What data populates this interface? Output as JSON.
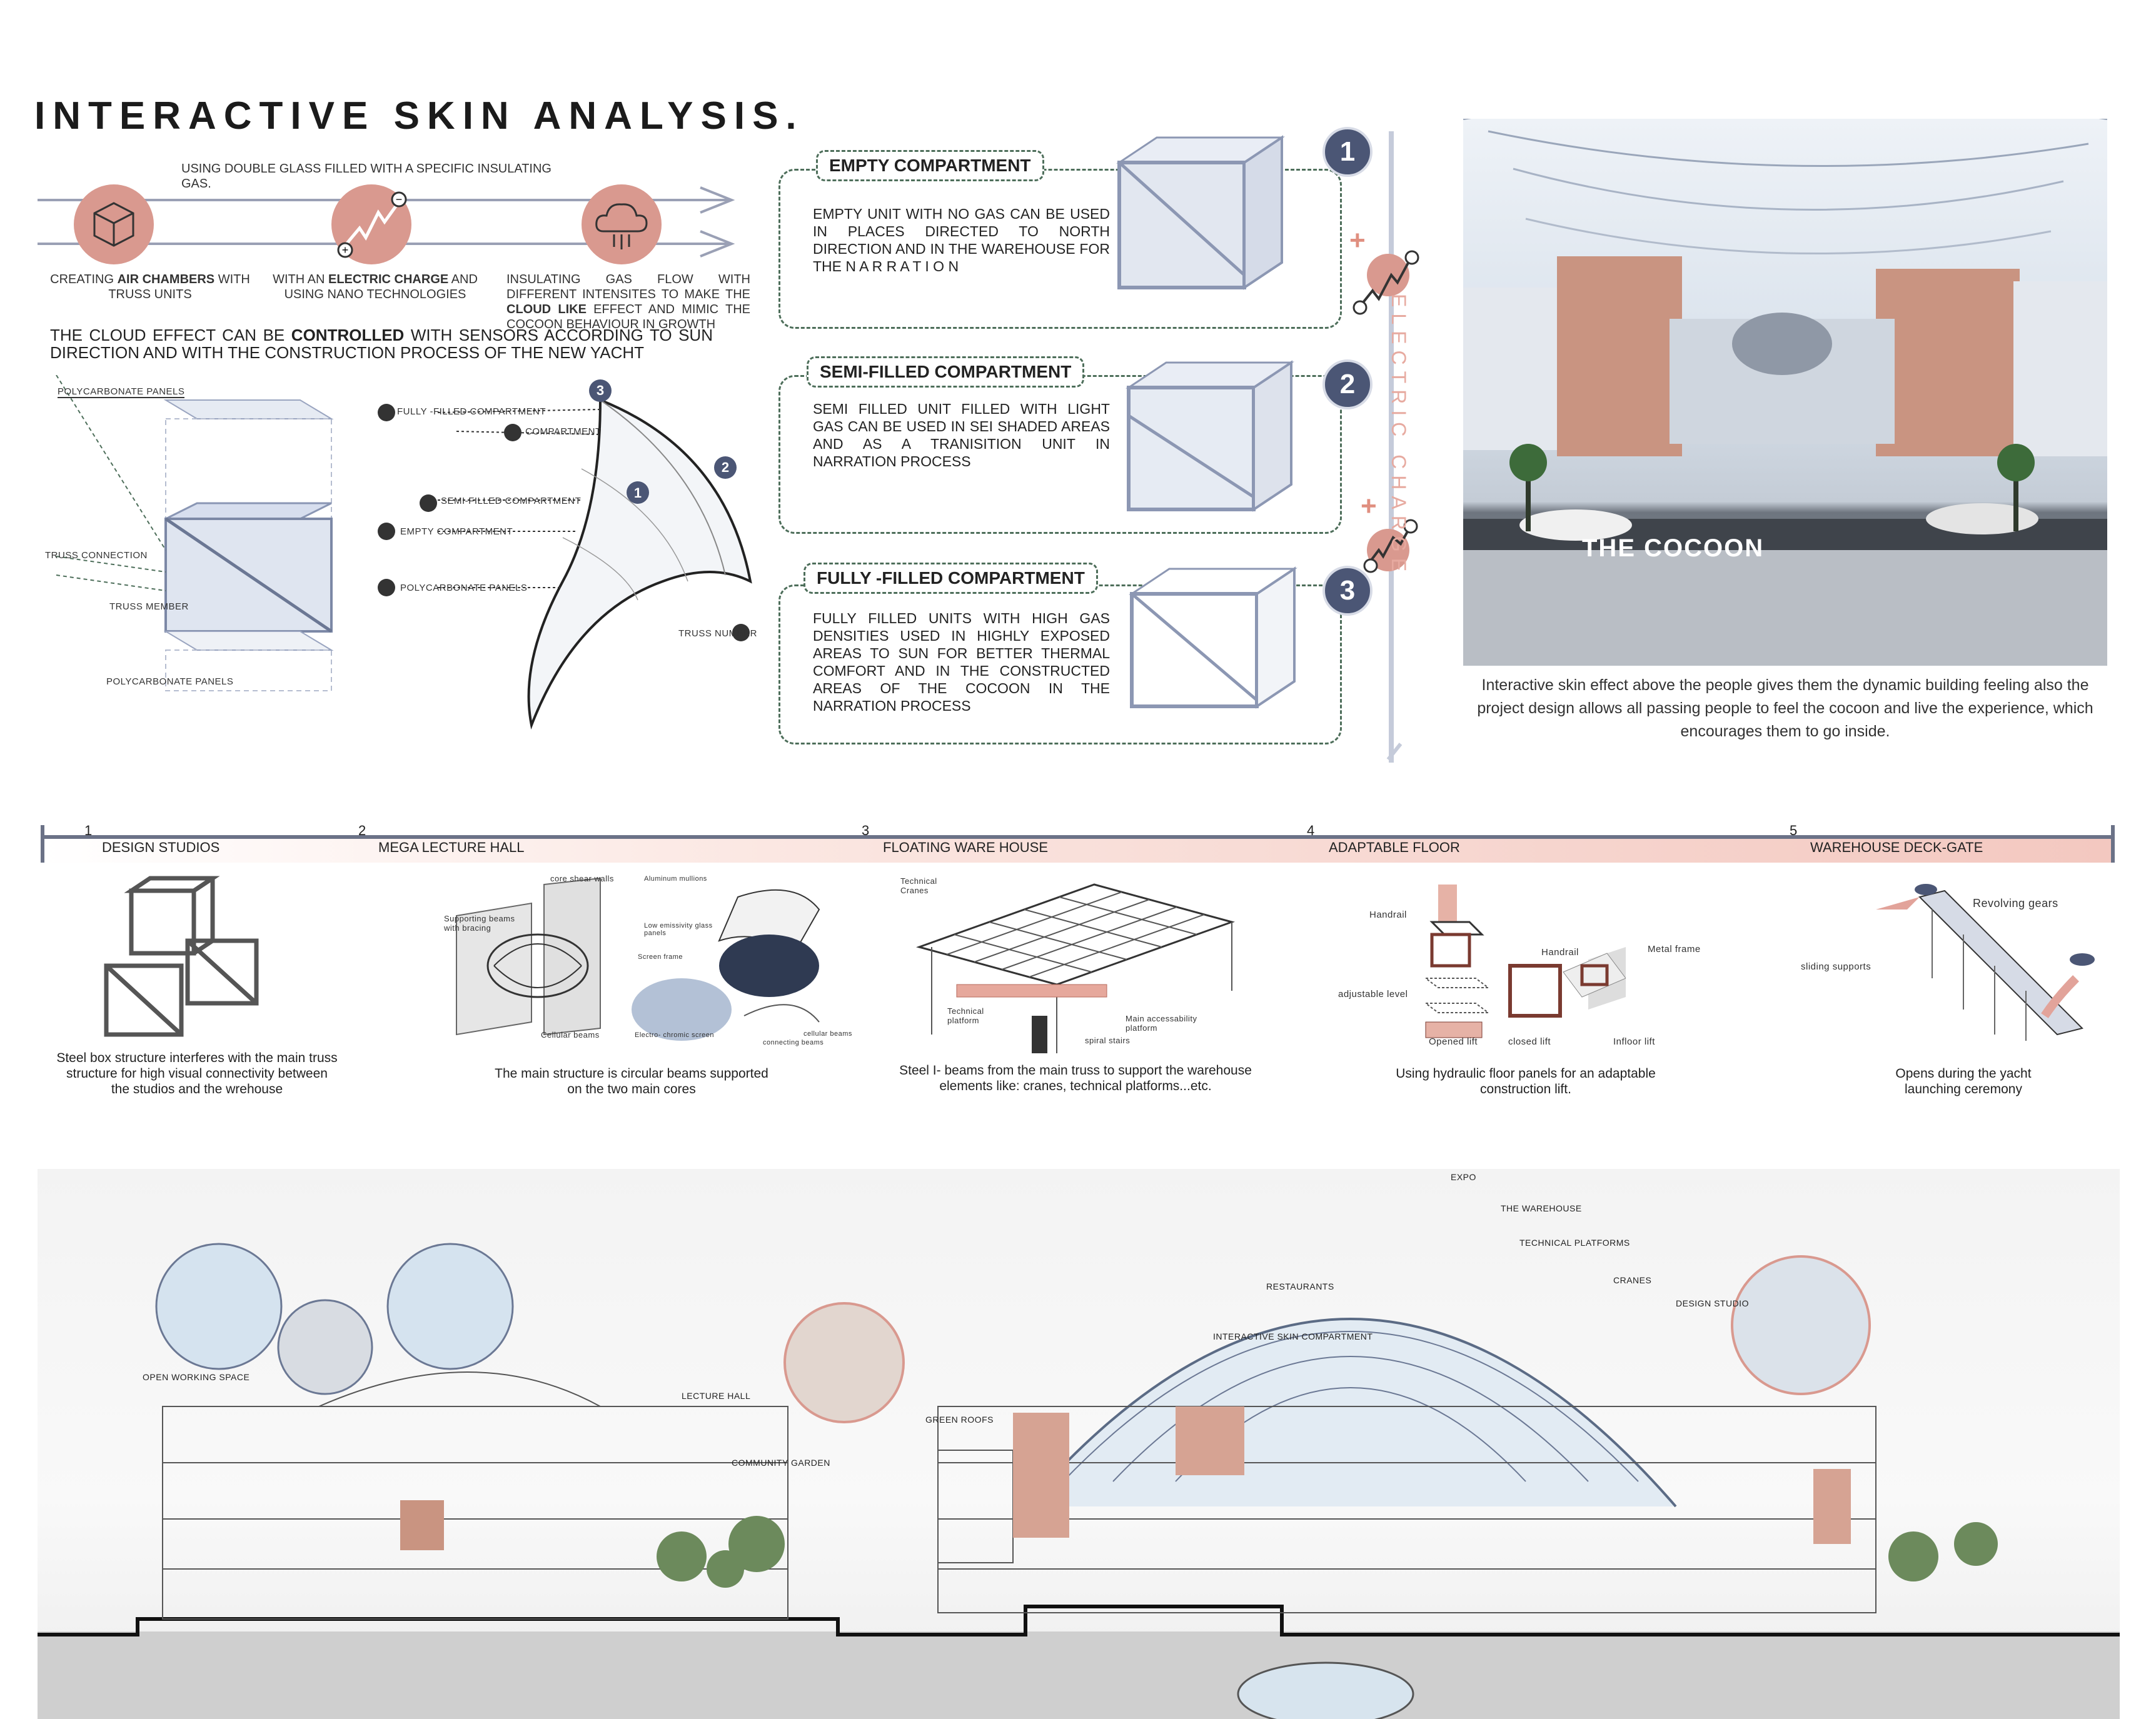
{
  "header": {
    "title": "INTERACTIVE SKIN ANALYSIS.",
    "subtitle": "USING DOUBLE GLASS FILLED WITH A SPECIFIC INSULATING GAS."
  },
  "features": [
    {
      "text_pre": "CREATING ",
      "bold": "AIR CHAMBERS",
      "text_post": " WITH TRUSS UNITS",
      "icon": "cube-icon"
    },
    {
      "text_pre": "WITH AN ",
      "bold": "ELECTRIC CHARGE",
      "text_post": " AND USING NANO TECHNOLOGIES",
      "icon": "electric-charge-icon"
    },
    {
      "text_pre": "INSULATING GAS FLOW WITH DIFFERENT INTENSITES TO MAKE THE ",
      "bold": "CLOUD LIKE",
      "text_post": " EFFECT AND MIMIC THE COCOON BEHAVIOUR IN GROWTH",
      "icon": "cloud-icon"
    }
  ],
  "cloud_effect": {
    "pre": "THE CLOUD EFFECT CAN BE ",
    "bold": "CONTROLLED",
    "post": " WITH SENSORS ACCORDING TO SUN DIRECTION AND WITH THE CONSTRUCTION PROCESS OF THE NEW YACHT"
  },
  "unit_labels": {
    "top_panels": "POLYCARBONATE PANELS",
    "truss_connection": "TRUSS CONNECTION",
    "truss_member": "TRUSS MEMBER",
    "bottom_panels": "POLYCARBONATE PANELS"
  },
  "shell_labels": {
    "fully": "FULLY -FILLED COMPARTMENT",
    "compartment": "COMPARTMENT",
    "semi": "SEMI-FILLED COMPARTMENT",
    "empty": "EMPTY COMPARTMENT",
    "panels": "POLYCARBONATE PANELS",
    "truss_number": "TRUSS NUMBER",
    "n1": "1",
    "n2": "2",
    "n3": "3"
  },
  "compartments": [
    {
      "num": "1",
      "title": "EMPTY COMPARTMENT",
      "text": "EMPTY UNIT WITH NO GAS CAN BE USED IN PLACES DIRECTED TO NORTH DIRECTION AND IN THE WAREHOUSE FOR THE N A R R A T I O N"
    },
    {
      "num": "2",
      "title": "SEMI-FILLED COMPARTMENT",
      "text": "SEMI FILLED UNIT FILLED WITH LIGHT GAS CAN BE USED IN SEI SHADED AREAS AND AS A TRANISITION UNIT IN NARRATION PROCESS"
    },
    {
      "num": "3",
      "title": "FULLY -FILLED COMPARTMENT",
      "text": "FULLY FILLED UNITS WITH HIGH GAS DENSITIES USED IN HIGHLY EXPOSED AREAS TO SUN FOR BETTER THERMAL COMFORT AND IN THE CONSTRUCTED AREAS OF THE COCOON IN THE NARRATION PROCESS"
    }
  ],
  "electric_charge": "ELECTRIC CHARGE",
  "plus": "+",
  "render": {
    "sign": "THE COCOON",
    "caption": "Interactive skin effect above the people gives them the dynamic building feeling also the project design allows all passing people to feel the cocoon and live the experience, which encourages them to go inside."
  },
  "timeline": [
    {
      "num": "1",
      "label": "DESIGN STUDIOS",
      "caption": "Steel box structure interferes with the main truss structure for high visual connectivity between the studios and the wrehouse"
    },
    {
      "num": "2",
      "label": "MEGA LECTURE HALL",
      "caption": "The main structure is circular beams supported on the two main cores"
    },
    {
      "num": "3",
      "label": "FLOATING WARE HOUSE",
      "caption": "Steel I- beams from the main truss to support the warehouse elements like: cranes, technical platforms...etc."
    },
    {
      "num": "4",
      "label": "ADAPTABLE FLOOR",
      "caption": "Using hydraulic floor panels for an adaptable construction lift."
    },
    {
      "num": "5",
      "label": "WAREHOUSE DECK-GATE",
      "caption": "Opens during the yacht launching ceremony"
    }
  ],
  "diagram_labels": {
    "hall": [
      "core shear walls",
      "Supporting beams with bracing",
      "Cellular beams",
      "Aluminum mullions",
      "Low emissivity glass panels",
      "Screen frame",
      "Electro- chromic screen",
      "connecting beams",
      "cellular beams"
    ],
    "warehouse": [
      "Technical Cranes",
      "Technical platform",
      "spiral stairs",
      "Main accessability platform"
    ],
    "floor": [
      "Handrail",
      "adjustable level",
      "Opened lift",
      "Handrail",
      "closed lift",
      "Metal frame",
      "Infloor lift"
    ],
    "gate": [
      "Revolving gears",
      "sliding supports"
    ]
  },
  "section_labels": {
    "open_working": "OPEN WORKING SPACE",
    "lecture_hall": "LECTURE HALL",
    "community_garden": "COMMUNITY GARDEN",
    "green_roofs": "GREEN ROOFS",
    "restaurants": "RESTAURANTS",
    "interactive_skin": "INTERACTIVE SKIN COMPARTMENT",
    "expo": "EXPO",
    "warehouse": "THE WAREHOUSE",
    "technical_platforms": "TECHNICAL PLATFORMS",
    "cranes": "CRANES",
    "design_studio": "DESIGN STUDIO"
  },
  "colors": {
    "accent_pink": "#e2a39a",
    "rose_fill": "#d9998f",
    "navy": "#4b5675",
    "dash_green": "#4d6e5a",
    "timeline_bar": "#f3c8c0"
  }
}
